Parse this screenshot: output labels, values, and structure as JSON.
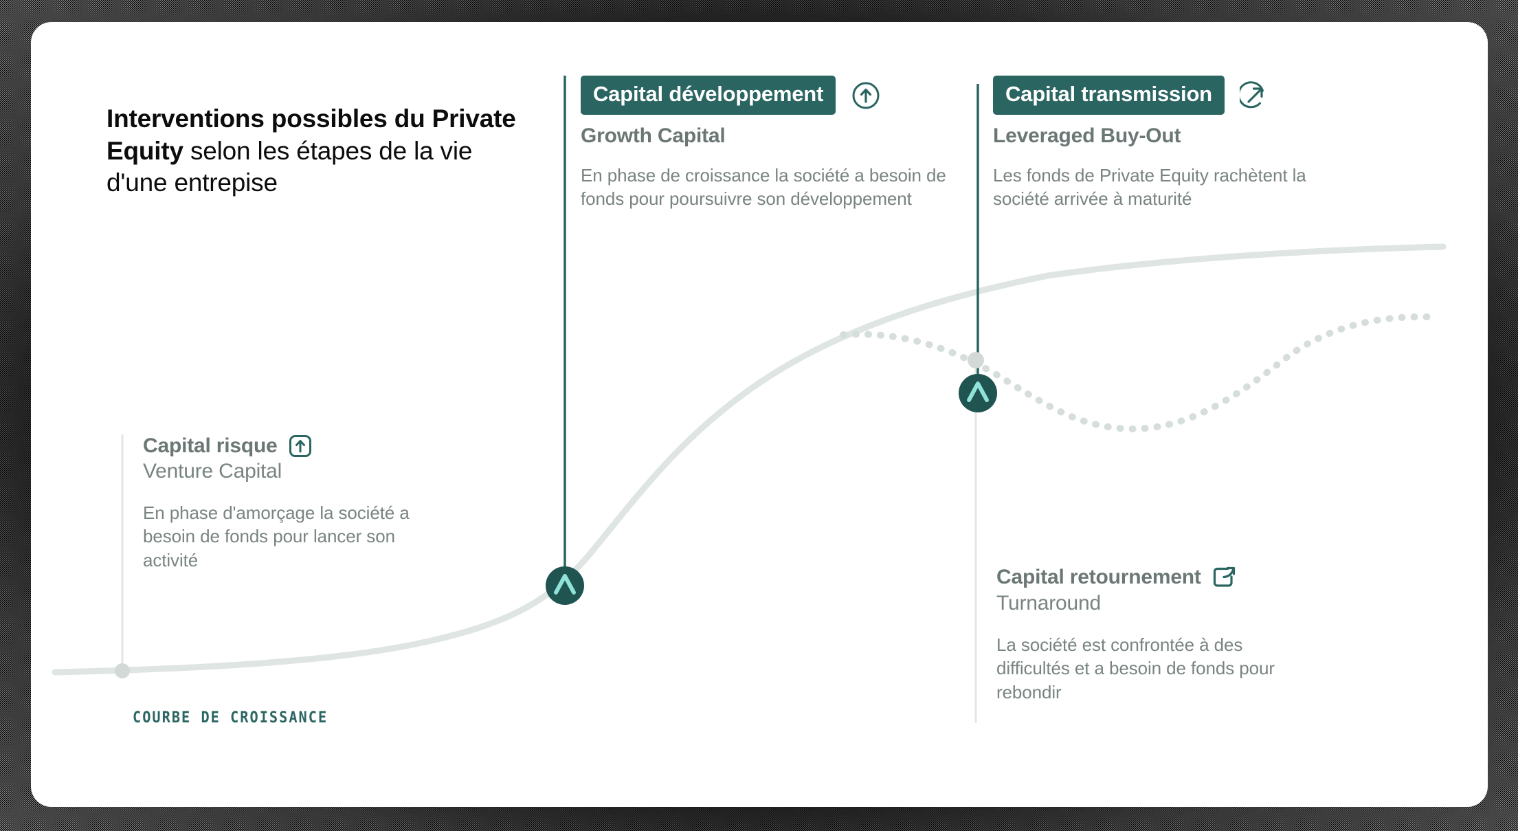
{
  "colors": {
    "teal": "#2a6561",
    "teal_mint": "#8fe3d8",
    "grey_text": "#798482",
    "grey_heading": "#6b7775",
    "curve": "#dfe5e3",
    "node_grey": "#d3d9d7",
    "card_bg": "#ffffff",
    "page_bg": "#000000"
  },
  "title": {
    "bold": "Interventions possibles du Private Equity",
    "regular": " selon les étapes de la vie d'une entrepise"
  },
  "caption": "COURBE DE CROISSANCE",
  "blocks": {
    "developpement": {
      "badge": "Capital développement",
      "subtitle": "Growth Capital",
      "body": "En phase de croissance la société a besoin de fonds pour poursuivre son développement",
      "icon": "arrow-up-circle-icon"
    },
    "transmission": {
      "badge": "Capital transmission",
      "subtitle": "Leveraged Buy-Out",
      "body": "Les fonds de Private Equity rachètent la société arrivée à maturité",
      "icon": "arrow-up-right-circle-icon"
    },
    "risque": {
      "heading": "Capital risque",
      "subtitle": "Venture Capital",
      "body": "En phase d'amorçage la société a besoin de fonds pour lancer son activité",
      "icon": "arrow-up-box-icon"
    },
    "retournement": {
      "heading": "Capital retournement",
      "subtitle": "Turnaround",
      "body": "La société est confrontée à des difficultés et a besoin de fonds pour rebondir",
      "icon": "external-link-icon"
    }
  },
  "chart_data": {
    "type": "line",
    "title": "Courbe de croissance",
    "xlabel": "",
    "ylabel": "",
    "grid": false,
    "legend": null,
    "series": [
      {
        "name": "Courbe de croissance",
        "style": "solid",
        "color": "#dfe5e3",
        "points": [
          [
            35,
            946
          ],
          [
            120,
            944
          ],
          [
            300,
            938
          ],
          [
            480,
            920
          ],
          [
            620,
            893
          ],
          [
            720,
            860
          ],
          [
            777,
            820
          ],
          [
            830,
            760
          ],
          [
            900,
            672
          ],
          [
            980,
            590
          ],
          [
            1080,
            510
          ],
          [
            1200,
            443
          ],
          [
            1330,
            397
          ],
          [
            1460,
            368
          ],
          [
            1600,
            350
          ],
          [
            1760,
            338
          ],
          [
            1900,
            331
          ],
          [
            2055,
            327
          ]
        ]
      },
      {
        "name": "Retournement",
        "style": "dotted",
        "color": "#dfe5e3",
        "points": [
          [
            1185,
            456
          ],
          [
            1250,
            453
          ],
          [
            1310,
            462
          ],
          [
            1360,
            482
          ],
          [
            1400,
            505
          ],
          [
            1440,
            535
          ],
          [
            1490,
            570
          ],
          [
            1545,
            590
          ],
          [
            1610,
            593
          ],
          [
            1670,
            580
          ],
          [
            1730,
            552
          ],
          [
            1790,
            512
          ],
          [
            1850,
            475
          ],
          [
            1910,
            450
          ],
          [
            1970,
            437
          ],
          [
            2030,
            430
          ]
        ]
      }
    ],
    "markers": [
      {
        "name": "Capital développement",
        "x": 777,
        "y": 820,
        "kind": "teal-chevron"
      },
      {
        "name": "Capital transmission",
        "x": 1378,
        "y": 540,
        "kind": "teal-chevron"
      },
      {
        "name": "Capital risque",
        "x": 133,
        "y": 944,
        "kind": "grey-dot"
      },
      {
        "name": "Capital retournement",
        "x": 1375,
        "y": 492,
        "kind": "grey-dot"
      }
    ]
  }
}
